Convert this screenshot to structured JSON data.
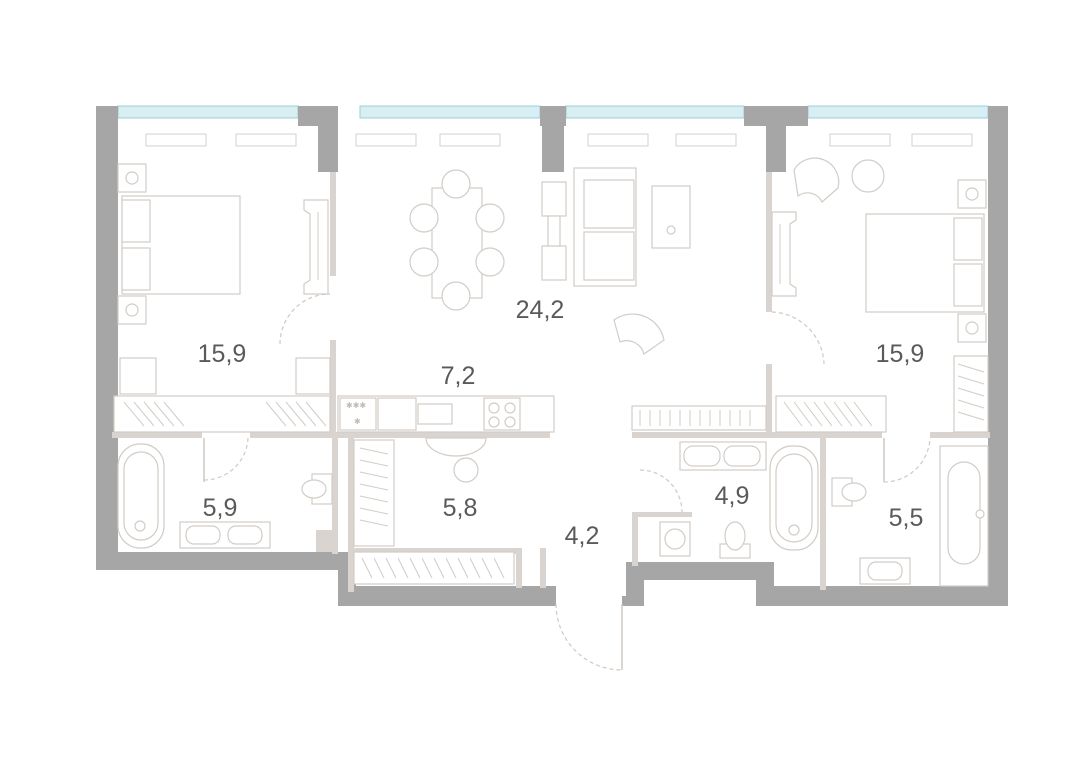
{
  "rooms": [
    {
      "id": "bedroom-left",
      "area": "15,9"
    },
    {
      "id": "living-room",
      "area": "24,2"
    },
    {
      "id": "kitchen",
      "area": "7,2"
    },
    {
      "id": "bedroom-right",
      "area": "15,9"
    },
    {
      "id": "bathroom-left",
      "area": "5,9"
    },
    {
      "id": "wardrobe",
      "area": "5,8"
    },
    {
      "id": "hallway",
      "area": "4,2"
    },
    {
      "id": "bathroom-middle",
      "area": "4,9"
    },
    {
      "id": "bathroom-right",
      "area": "5,5"
    }
  ],
  "colors": {
    "outer_wall": "#a6a6a6",
    "partition": "#d9d4cf",
    "window_glass": "#d7eef3",
    "furniture_stroke": "#d2ccc6",
    "label_text": "#5a5a5a"
  }
}
